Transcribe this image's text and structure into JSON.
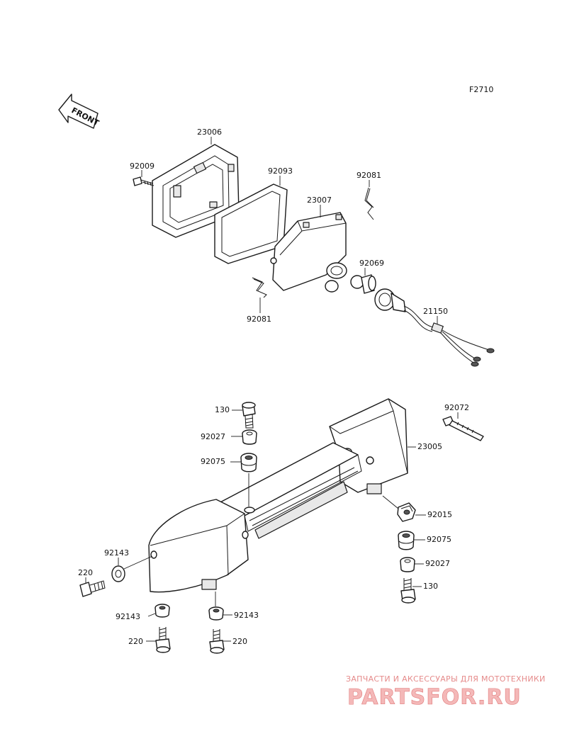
{
  "diagram": {
    "figure_code": "F2710",
    "front_label": "FRONT",
    "labels": {
      "p23006": "23006",
      "p92009": "92009",
      "p92093": "92093",
      "p92081_top": "92081",
      "p23007": "23007",
      "p92069": "92069",
      "p92081_bot": "92081",
      "p21150": "21150",
      "p130_top": "130",
      "p92027_top": "92027",
      "p92075_top": "92075",
      "p92072": "92072",
      "p23005": "23005",
      "p92015": "92015",
      "p92075_bot": "92075",
      "p92027_bot": "92027",
      "p130_bot": "130",
      "p92143_a": "92143",
      "p220_a": "220",
      "p92143_b": "92143",
      "p92143_c": "92143",
      "p220_b": "220",
      "p220_c": "220"
    }
  },
  "watermark": {
    "tagline": "ЗАПЧАСТИ И АКСЕССУАРЫ ДЛЯ МОТОТЕХНИКИ",
    "logo": "PARTSFOR.RU"
  }
}
